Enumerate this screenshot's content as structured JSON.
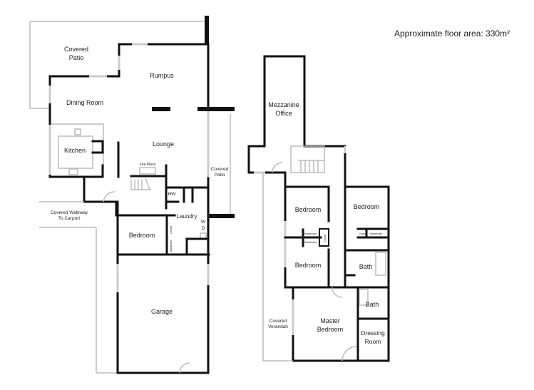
{
  "header": {
    "floor_area": "Approximate floor area: 330m²"
  },
  "ground_floor": {
    "rooms": {
      "covered_patio": [
        "Covered",
        "Patio"
      ],
      "rumpus": "Rumpus",
      "dining_room": "Dining Room",
      "kitchen": "Kitchen",
      "lounge": "Lounge",
      "fire_place": "Fire Place",
      "covered_patio_side": [
        "Covered",
        "Patio"
      ],
      "hw": "HW",
      "laundry": "Laundry",
      "washer": "W",
      "dryer": "D",
      "covered_walkway": [
        "Covered Walkway",
        "To Carport"
      ],
      "bedroom": "Bedroom",
      "closet": "Closet",
      "wardrobe": "Wardrobe",
      "garage": "Garage"
    }
  },
  "upper_floor": {
    "rooms": {
      "mezzanine_office": [
        "Mezzanine",
        "Office"
      ],
      "bedroom_1": "Bedroom",
      "bedroom_2": "Bedroom",
      "bedroom_3": "Bedroom",
      "wardrobe_1": "Wardrobe",
      "wardrobe_2": "Wardrobe",
      "wardrobe_3": "Wardrobe",
      "closet_1": "Closet",
      "closet_2": "Closet",
      "bath_1": "Bath",
      "bath_2": "Bath",
      "master_bedroom": [
        "Master",
        "Bedroom"
      ],
      "dressing_room": [
        "Dressing",
        "Room"
      ],
      "covered_verandah": [
        "Covered",
        "Verandah"
      ]
    }
  }
}
